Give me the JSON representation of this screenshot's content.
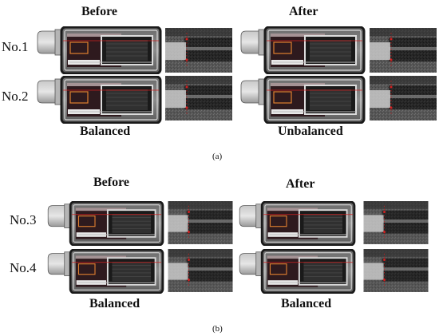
{
  "part_a": {
    "before_label": "Before",
    "after_label": "After",
    "rows": [
      "No.1",
      "No.2"
    ],
    "left_status": "Balanced",
    "right_status": "Unbalanced",
    "caption": "(a)"
  },
  "part_b": {
    "before_label": "Before",
    "after_label": "After",
    "rows": [
      "No.3",
      "No.4"
    ],
    "left_status": "Balanced",
    "right_status": "Balanced",
    "caption": "(b)"
  },
  "colors": {
    "housing": "#8a8a8a",
    "dark_core": "#2e1a1e",
    "marker_red": "#d02020",
    "marker_orange": "#e08030"
  }
}
